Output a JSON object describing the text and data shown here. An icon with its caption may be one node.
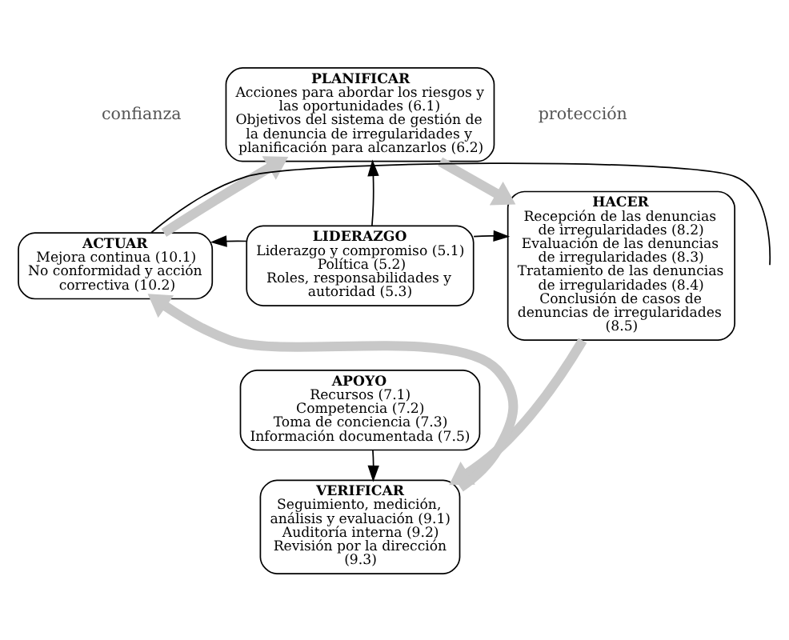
{
  "diagram": {
    "nodes": [
      {
        "text": [
          "PLANIFICAR",
          "Acciones para abordar los riesgos y las oportunidades (6.1)",
          "Objetivos del sistema de gestión de la denuncia de irregularidades y planificación para alcanzarlos (6.2)"
        ]
      },
      {
        "text": [
          "LIDERAZGO",
          "Liderazgo y compromiso (5.1)",
          "Política (5.2)",
          "Roles, responsabilidades y autoridad (5.3)"
        ]
      },
      {
        "text": [
          "APOYO",
          "Recursos (7.1)",
          "Competencia (7.2)",
          "Toma de conciencia (7.3)",
          "Información documentada (7.5)"
        ]
      },
      {
        "text": [
          "HACER",
          "Recepción de las denuncias de irregularidades (8.2)",
          "Evaluación de las denuncias de irregularidades (8.3)",
          "Tratamiento de las denuncias de irregularidades (8.4)",
          "Conclusión de casos de denuncias de irregularidades (8.5)"
        ]
      },
      {
        "text": [
          "ACTUAR",
          "Mejora continua (10.1)",
          "No conformidad y acción correctiva (10.2)"
        ]
      },
      {
        "text": [
          "VERIFICAR",
          "Seguimiento, medición, análisis y evaluación (9.1)",
          "Auditoría interna (9.2)",
          "Revisión por la dirección (9.3)"
        ]
      }
    ],
    "edges": [
      {
        "from": 1,
        "to": 0,
        "arrow": "to"
      },
      {
        "from": 1,
        "to": 4,
        "arrow": "to"
      },
      {
        "from": 1,
        "to": 3,
        "arrow": "to"
      },
      {
        "from": 2,
        "to": 5,
        "arrow": "to"
      },
      {
        "from": 0,
        "to": 3,
        "arrow": "to",
        "style": "thick",
        "color": "#c8c8c8"
      },
      {
        "from": 3,
        "to": 5,
        "arrow": "to",
        "style": "thick",
        "color": "#c8c8c8"
      },
      {
        "from": 5,
        "to": 4,
        "arrow": "to",
        "style": "thick",
        "color": "#c8c8c8"
      },
      {
        "from": 4,
        "to": 0,
        "arrow": "to",
        "style": "thick",
        "color": "#c8c8c8"
      },
      {
        "from": 4,
        "to": null,
        "arrow": "none"
      }
    ],
    "labels": [
      "confianza",
      "protección"
    ]
  }
}
